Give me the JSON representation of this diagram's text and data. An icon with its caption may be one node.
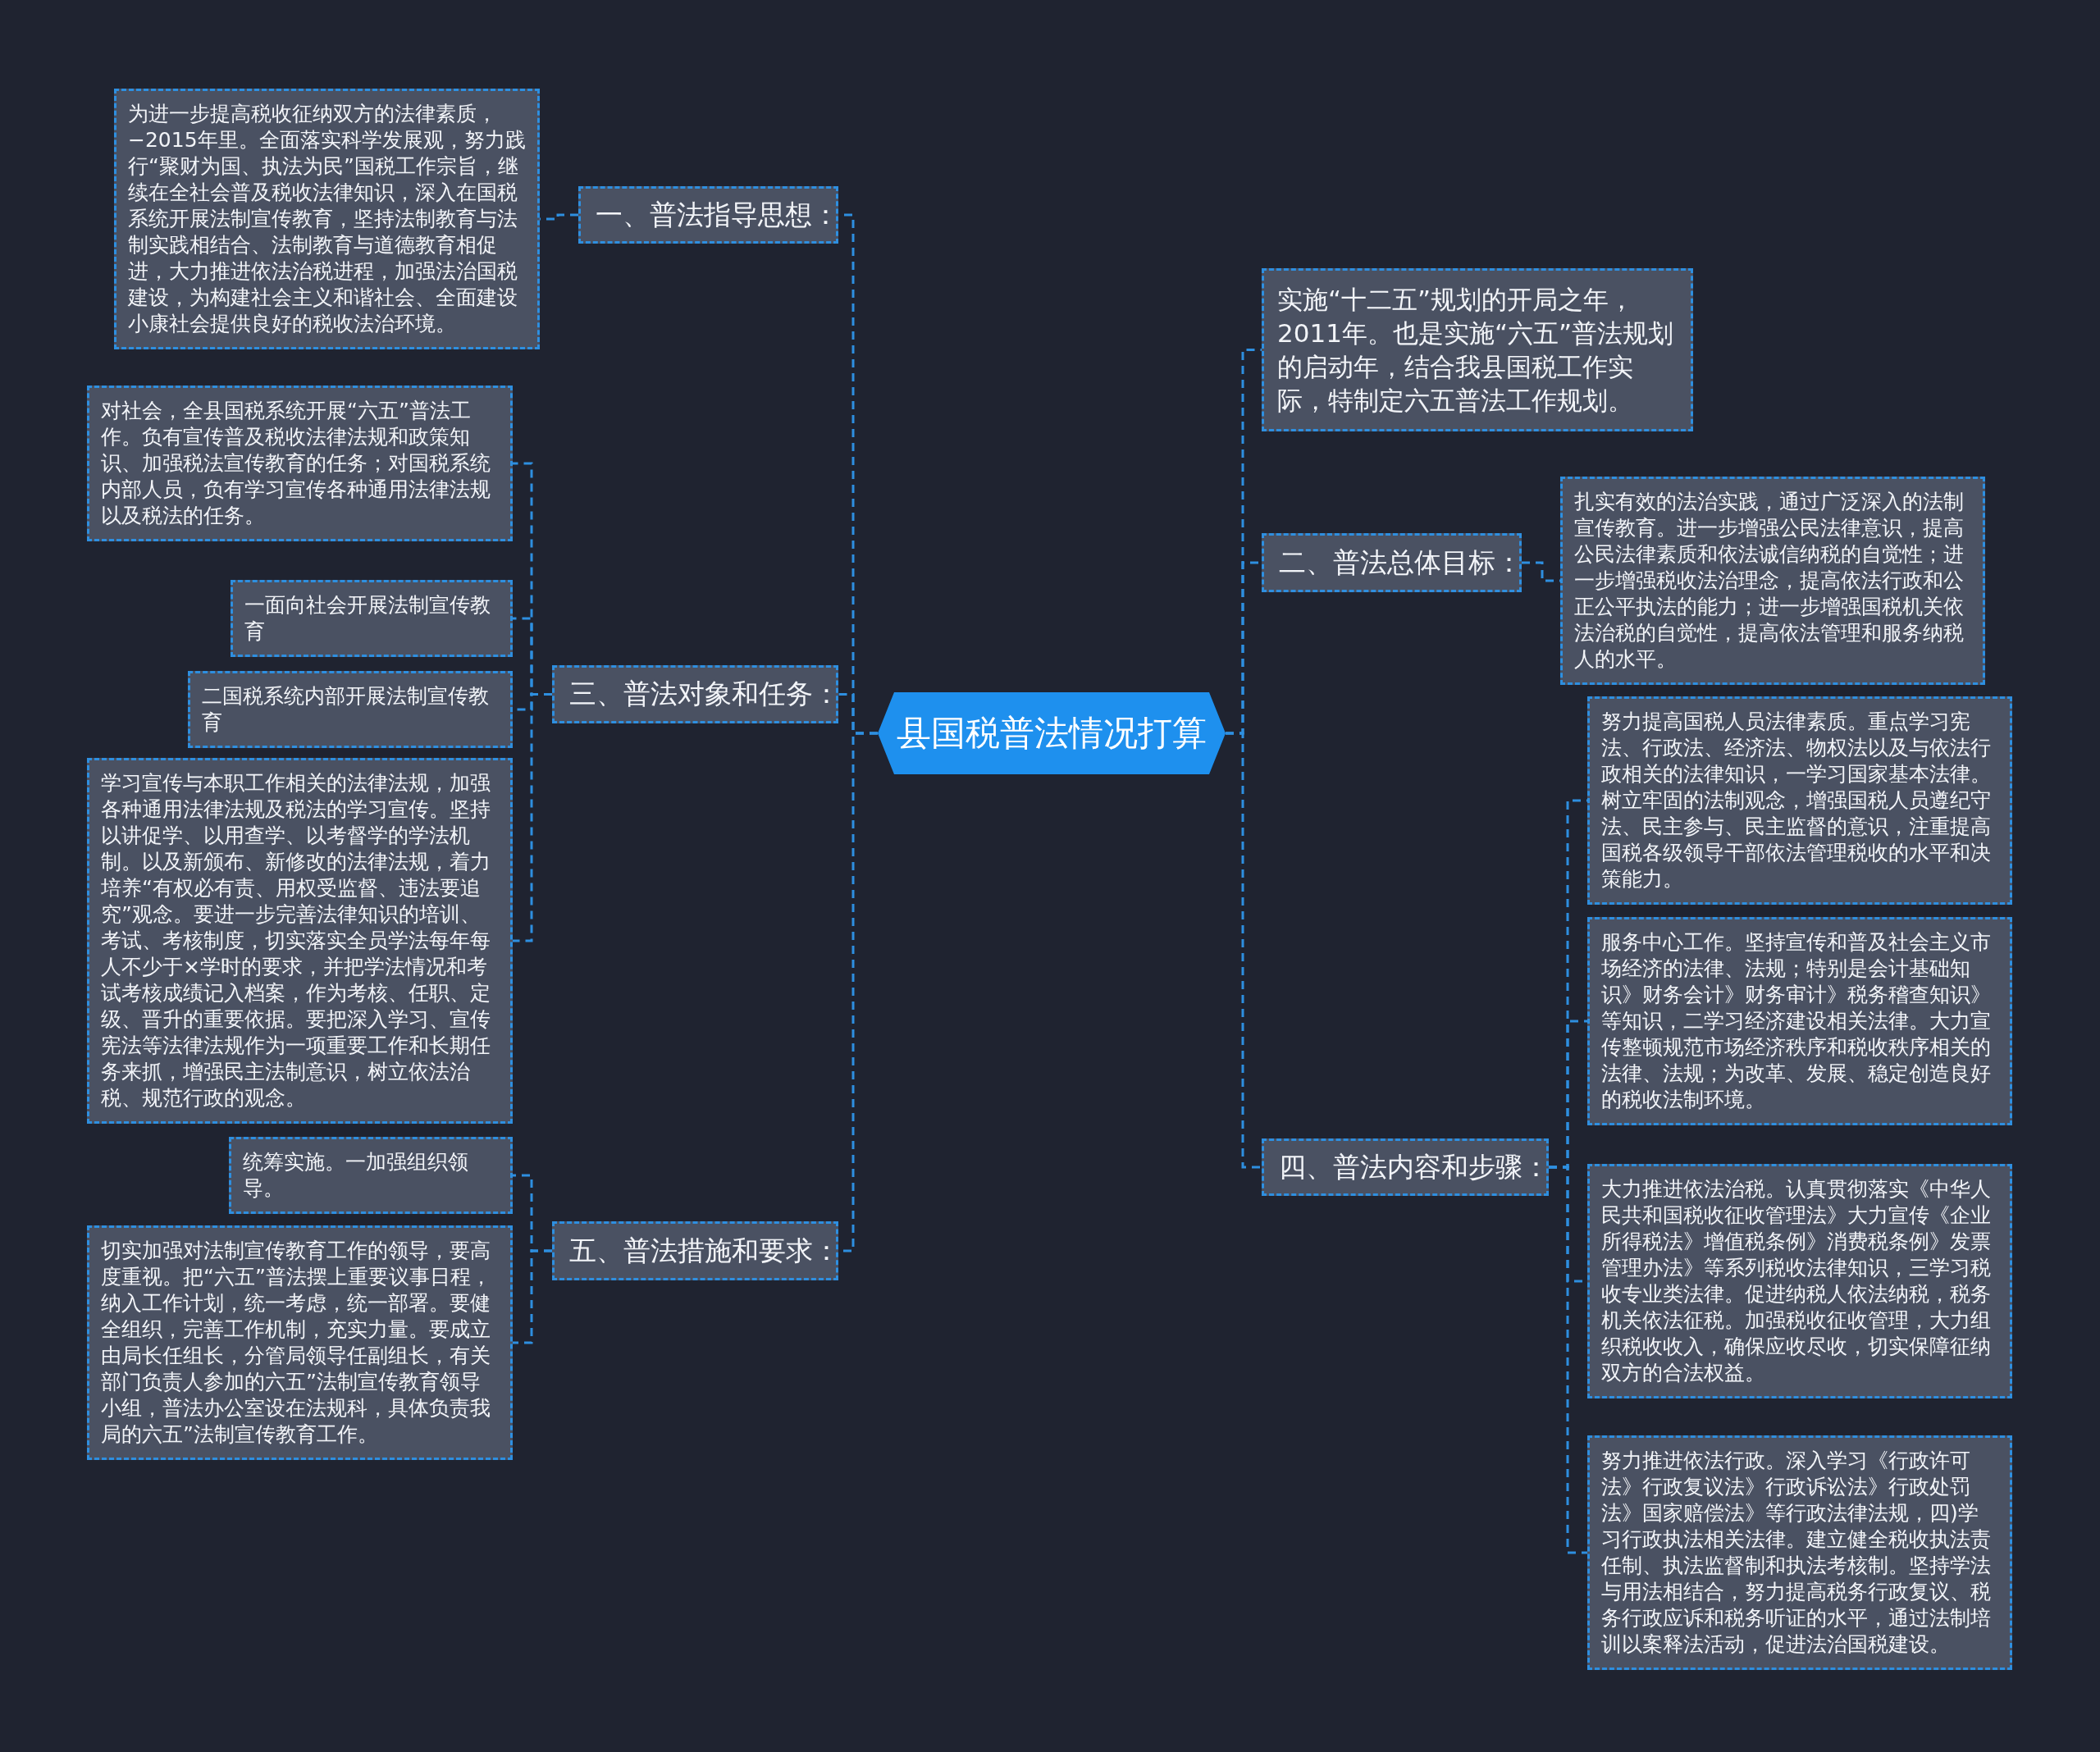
{
  "diagram": {
    "nodes": [
      {
        "text": [
          "县国税普法情况打算"
        ]
      },
      {
        "text": [
          "一、普法指导思想："
        ]
      },
      {
        "text": [
          "为进一步提高税收征纳双方的法律素质，−2015年里。全面落实科学发展观，努力践行“聚财为国、执法为民”国税工作宗旨，继续在全社会普及税收法律知识，深入在国税系统开展法制宣传教育，坚持法制教育与法制实践相结合、法制教育与道德教育相促进，大力推进依法治税进程，加强法治国税建设，为构建社会主义和谐社会、全面建设小康社会提供良好的税收法治环境。"
        ]
      },
      {
        "text": [
          "三、普法对象和任务："
        ]
      },
      {
        "text": [
          "对社会，全县国税系统开展“六五”普法工作。负有宣传普及税收法律法规和政策知识、加强税法宣传教育的任务；对国税系统内部人员，负有学习宣传各种通用法律法规以及税法的任务。"
        ]
      },
      {
        "text": [
          "一面向社会开展法制宣传教育"
        ]
      },
      {
        "text": [
          "二国税系统内部开展法制宣传教育"
        ]
      },
      {
        "text": [
          "学习宣传与本职工作相关的法律法规，加强各种通用法律法规及税法的学习宣传。坚持以讲促学、以用查学、以考督学的学法机制。以及新颁布、新修改的法律法规，着力培养“有权必有责、用权受监督、违法要追究”观念。要进一步完善法律知识的培训、考试、考核制度，切实落实全员学法每年每人不少于×学时的要求，并把学法情况和考试考核成绩记入档案，作为考核、任职、定级、晋升的重要依据。要把深入学习、宣传宪法等法律法规作为一项重要工作和长期任务来抓，增强民主法制意识，树立依法治税、规范行政的观念。"
        ]
      },
      {
        "text": [
          "五、普法措施和要求："
        ]
      },
      {
        "text": [
          "统筹实施。一加强组织领导。"
        ]
      },
      {
        "text": [
          "切实加强对法制宣传教育工作的领导，要高度重视。把“六五”普法摆上重要议事日程，纳入工作计划，统一考虑，统一部署。要健全组织，完善工作机制，充实力量。要成立由局长任组长，分管局领导任副组长，有关部门负责人参加的六五”法制宣传教育领导小组，普法办公室设在法规科，具体负责我局的六五”法制宣传教育工作。"
        ]
      },
      {
        "text": [
          "实施“十二五”规划的开局之年，2011年。也是实施“六五”普法规划的启动年，结合我县国税工作实际，特制定六五普法工作规划。"
        ]
      },
      {
        "text": [
          "二、普法总体目标："
        ]
      },
      {
        "text": [
          "扎实有效的法治实践，通过广泛深入的法制宣传教育。进一步增强公民法律意识，提高公民法律素质和依法诚信纳税的自觉性；进一步增强税收法治理念，提高依法行政和公正公平执法的能力；进一步增强国税机关依法治税的自觉性，提高依法管理和服务纳税人的水平。"
        ]
      },
      {
        "text": [
          "四、普法内容和步骤："
        ]
      },
      {
        "text": [
          "努力提高国税人员法律素质。重点学习宪法、行政法、经济法、物权法以及与依法行政相关的法律知识，一学习国家基本法律。树立牢固的法制观念，增强国税人员遵纪守法、民主参与、民主监督的意识，注重提高国税各级领导干部依法管理税收的水平和决策能力。"
        ]
      },
      {
        "text": [
          "服务中心工作。坚持宣传和普及社会主义市场经济的法律、法规；特别是会计基础知识》财务会计》财务审计》税务稽查知识》等知识，二学习经济建设相关法律。大力宣传整顿规范市场经济秩序和税收秩序相关的法律、法规；为改革、发展、稳定创造良好的税收法制环境。"
        ]
      },
      {
        "text": [
          "大力推进依法治税。认真贯彻落实《中华人民共和国税收征收管理法》大力宣传《企业所得税法》增值税条例》消费税条例》发票管理办法》等系列税收法律知识，三学习税收专业类法律。促进纳税人依法纳税，税务机关依法征税。加强税收征收管理，大力组织税收收入，确保应收尽收，切实保障征纳双方的合法权益。"
        ]
      },
      {
        "text": [
          "努力推进依法行政。深入学习《行政许可法》行政复议法》行政诉讼法》行政处罚法》国家赔偿法》等行政法律法规，四)学习行政执法相关法律。建立健全税收执法责任制、执法监督制和执法考核制。坚持学法与用法相结合，努力提高税务行政复议、税务行政应诉和税务听证的水平，通过法制培训以案释法活动，促进法治国税建设。"
        ]
      }
    ],
    "edges": [
      {
        "from": 0,
        "to": 1,
        "arrow": "none",
        "style": "dashed"
      },
      {
        "from": 1,
        "to": 2,
        "arrow": "none",
        "style": "dashed"
      },
      {
        "from": 0,
        "to": 3,
        "arrow": "none",
        "style": "dashed"
      },
      {
        "from": 3,
        "to": 4,
        "arrow": "none",
        "style": "dashed"
      },
      {
        "from": 3,
        "to": 5,
        "arrow": "none",
        "style": "dashed"
      },
      {
        "from": 3,
        "to": 6,
        "arrow": "none",
        "style": "dashed"
      },
      {
        "from": 3,
        "to": 7,
        "arrow": "none",
        "style": "dashed"
      },
      {
        "from": 0,
        "to": 8,
        "arrow": "none",
        "style": "dashed"
      },
      {
        "from": 8,
        "to": 9,
        "arrow": "none",
        "style": "dashed"
      },
      {
        "from": 8,
        "to": 10,
        "arrow": "none",
        "style": "dashed"
      },
      {
        "from": 0,
        "to": 11,
        "arrow": "none",
        "style": "dashed"
      },
      {
        "from": 0,
        "to": 12,
        "arrow": "none",
        "style": "dashed"
      },
      {
        "from": 12,
        "to": 13,
        "arrow": "none",
        "style": "dashed"
      },
      {
        "from": 0,
        "to": 14,
        "arrow": "none",
        "style": "dashed"
      },
      {
        "from": 14,
        "to": 15,
        "arrow": "none",
        "style": "dashed"
      },
      {
        "from": 14,
        "to": 16,
        "arrow": "none",
        "style": "dashed"
      },
      {
        "from": 14,
        "to": 17,
        "arrow": "none",
        "style": "dashed"
      },
      {
        "from": 14,
        "to": 18,
        "arrow": "none",
        "style": "dashed"
      }
    ]
  }
}
